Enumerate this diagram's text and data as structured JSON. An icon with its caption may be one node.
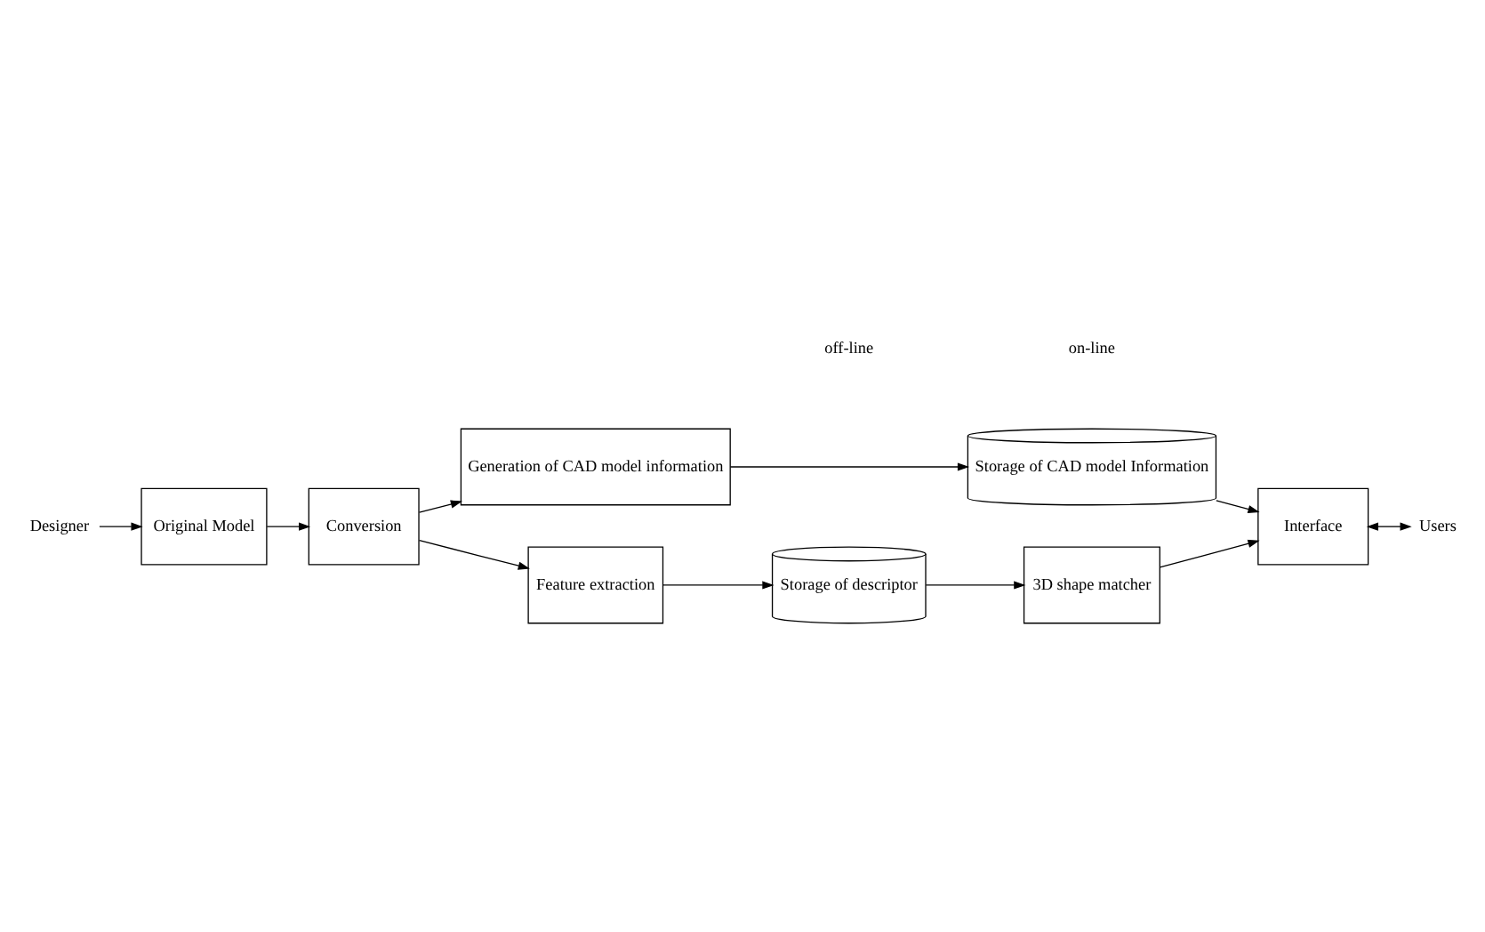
{
  "diagram": {
    "nodes": [
      {
        "text": [
          "Designer"
        ]
      },
      {
        "text": [
          "Original Model"
        ]
      },
      {
        "text": [
          "Conversion"
        ]
      },
      {
        "text": [
          "Generation of CAD model information"
        ]
      },
      {
        "text": [
          "Storage of CAD model Information"
        ]
      },
      {
        "text": [
          "Feature extraction"
        ]
      },
      {
        "text": [
          "Storage of descriptor"
        ]
      },
      {
        "text": [
          "3D shape matcher"
        ]
      },
      {
        "text": [
          "Interface"
        ]
      },
      {
        "text": [
          "Users"
        ]
      }
    ],
    "edges": [
      {
        "from": 0,
        "to": 1,
        "arrow": "to"
      },
      {
        "from": 1,
        "to": 2,
        "arrow": "to"
      },
      {
        "from": 2,
        "to": 3,
        "arrow": "to"
      },
      {
        "from": 3,
        "to": 4,
        "arrow": "to"
      },
      {
        "from": 4,
        "to": 8,
        "arrow": "to"
      },
      {
        "from": 2,
        "to": 5,
        "arrow": "to"
      },
      {
        "from": 5,
        "to": 6,
        "arrow": "to"
      },
      {
        "from": 6,
        "to": 7,
        "arrow": "to"
      },
      {
        "from": 7,
        "to": 8,
        "arrow": "to"
      },
      {
        "from": 8,
        "to": 9,
        "arrow": "both"
      }
    ],
    "labels": [
      "off-line",
      "on-line"
    ]
  }
}
